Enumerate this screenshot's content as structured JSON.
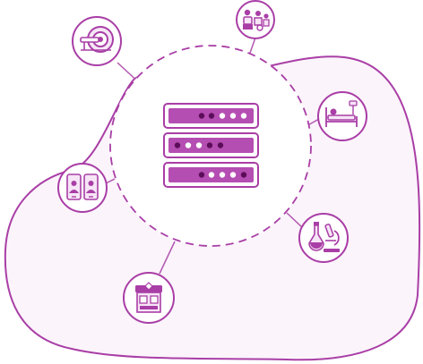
{
  "colors": {
    "accent": "#a93ea6",
    "accent_dark": "#7a1f79",
    "accent_light": "#c76cc5",
    "blob_fill": "#fbf4fb",
    "node_fill": "#ffffff",
    "icon_fill": "#f6e5f6"
  },
  "hub": {
    "icon": "server-rack-icon",
    "units": 3
  },
  "nodes": [
    {
      "id": "imaging",
      "icon": "mri-scanner-icon"
    },
    {
      "id": "patient-services",
      "icon": "patients-reception-icon"
    },
    {
      "id": "inpatient",
      "icon": "hospital-bed-icon"
    },
    {
      "id": "laboratory",
      "icon": "lab-microscope-icon"
    },
    {
      "id": "pharmacy",
      "icon": "pharmacy-kiosk-icon"
    },
    {
      "id": "mobile",
      "icon": "mobile-doctors-icon"
    }
  ]
}
